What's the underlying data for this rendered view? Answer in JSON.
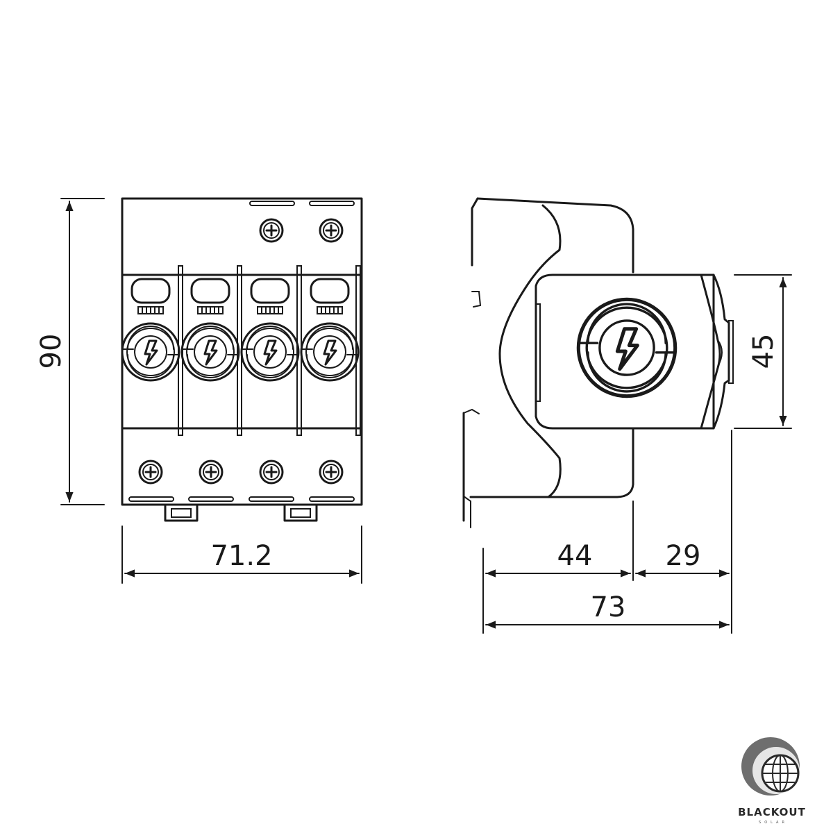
{
  "dimensions": {
    "front_height": "90",
    "front_width": "71.2",
    "side_module_height": "45",
    "side_depth_a": "44",
    "side_depth_b": "29",
    "side_total_depth": "73"
  },
  "logo": {
    "name": "BLACKOUT",
    "tagline": "SOLAR"
  },
  "colors": {
    "line": "#1a1a1a",
    "background": "#ffffff",
    "logo_dark": "#2a2a2a",
    "logo_grey": "#777777"
  },
  "icons": {
    "module_symbol": "lightning-bolt-icon",
    "terminal_screw": "cross-screw-icon",
    "logo_globe": "globe-icon"
  }
}
